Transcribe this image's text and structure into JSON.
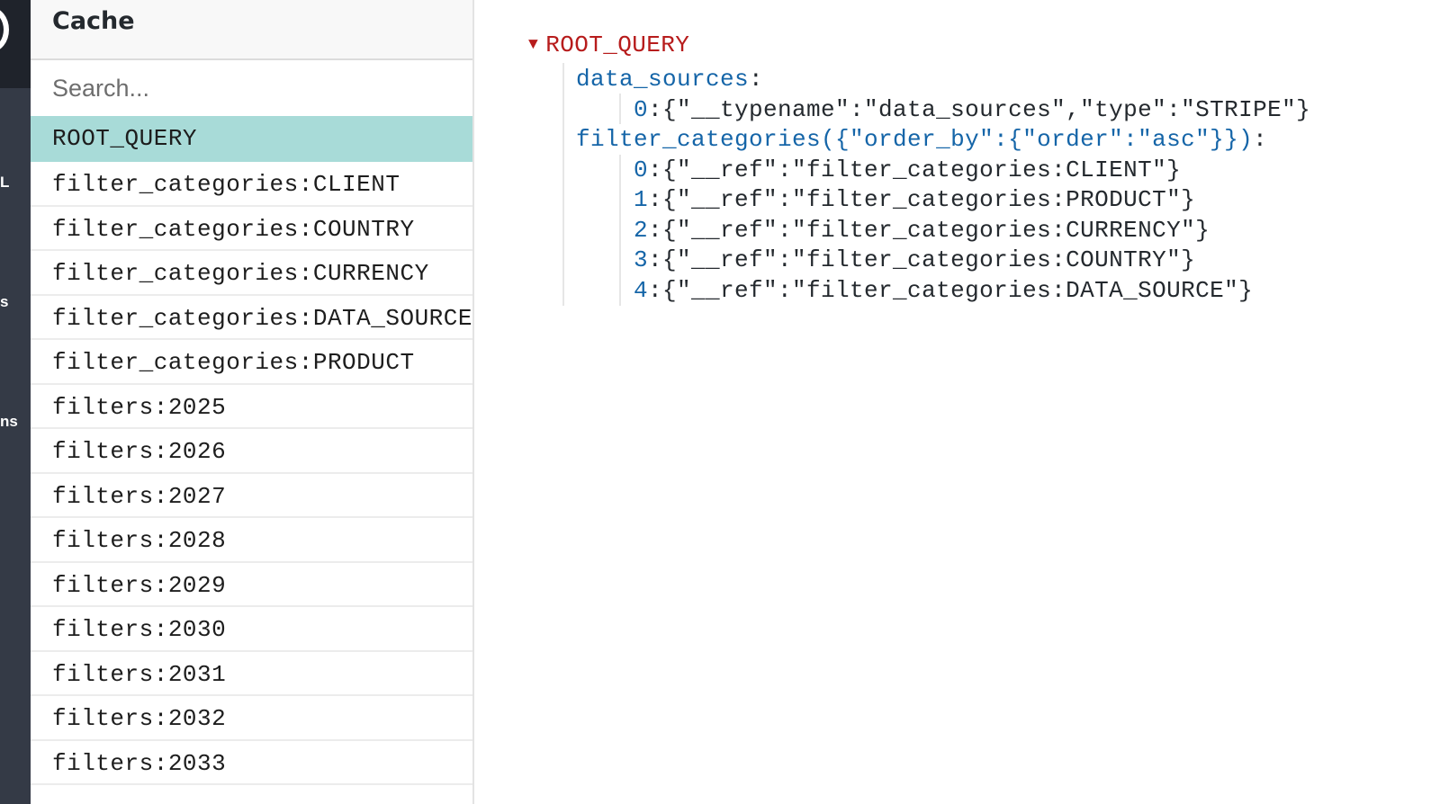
{
  "nav": {
    "fragments": [
      "L",
      "s",
      "ns"
    ]
  },
  "cache": {
    "title": "Cache",
    "search": {
      "placeholder": "Search...",
      "value": ""
    },
    "keys": [
      {
        "label": "ROOT_QUERY",
        "selected": true
      },
      {
        "label": "filter_categories:CLIENT",
        "selected": false
      },
      {
        "label": "filter_categories:COUNTRY",
        "selected": false
      },
      {
        "label": "filter_categories:CURRENCY",
        "selected": false
      },
      {
        "label": "filter_categories:DATA_SOURCE",
        "selected": false
      },
      {
        "label": "filter_categories:PRODUCT",
        "selected": false
      },
      {
        "label": "filters:2025",
        "selected": false
      },
      {
        "label": "filters:2026",
        "selected": false
      },
      {
        "label": "filters:2027",
        "selected": false
      },
      {
        "label": "filters:2028",
        "selected": false
      },
      {
        "label": "filters:2029",
        "selected": false
      },
      {
        "label": "filters:2030",
        "selected": false
      },
      {
        "label": "filters:2031",
        "selected": false
      },
      {
        "label": "filters:2032",
        "selected": false
      },
      {
        "label": "filters:2033",
        "selected": false
      }
    ]
  },
  "detail": {
    "caret": "▼",
    "root": "ROOT_QUERY",
    "fields": [
      {
        "name": "data_sources",
        "colon": ":",
        "items": [
          {
            "index": "0",
            "value": ":{\"__typename\":\"data_sources\",\"type\":\"STRIPE\"}"
          }
        ]
      },
      {
        "name": "filter_categories({\"order_by\":{\"order\":\"asc\"}})",
        "colon": ":",
        "items": [
          {
            "index": "0",
            "value": ":{\"__ref\":\"filter_categories:CLIENT\"}"
          },
          {
            "index": "1",
            "value": ":{\"__ref\":\"filter_categories:PRODUCT\"}"
          },
          {
            "index": "2",
            "value": ":{\"__ref\":\"filter_categories:CURRENCY\"}"
          },
          {
            "index": "3",
            "value": ":{\"__ref\":\"filter_categories:COUNTRY\"}"
          },
          {
            "index": "4",
            "value": ":{\"__ref\":\"filter_categories:DATA_SOURCE\"}"
          }
        ]
      }
    ]
  },
  "colors": {
    "selected_row": "#a8dbd8",
    "root_red": "#b71c1c",
    "field_blue": "#1565a8",
    "nav_dark": "#343a46"
  }
}
